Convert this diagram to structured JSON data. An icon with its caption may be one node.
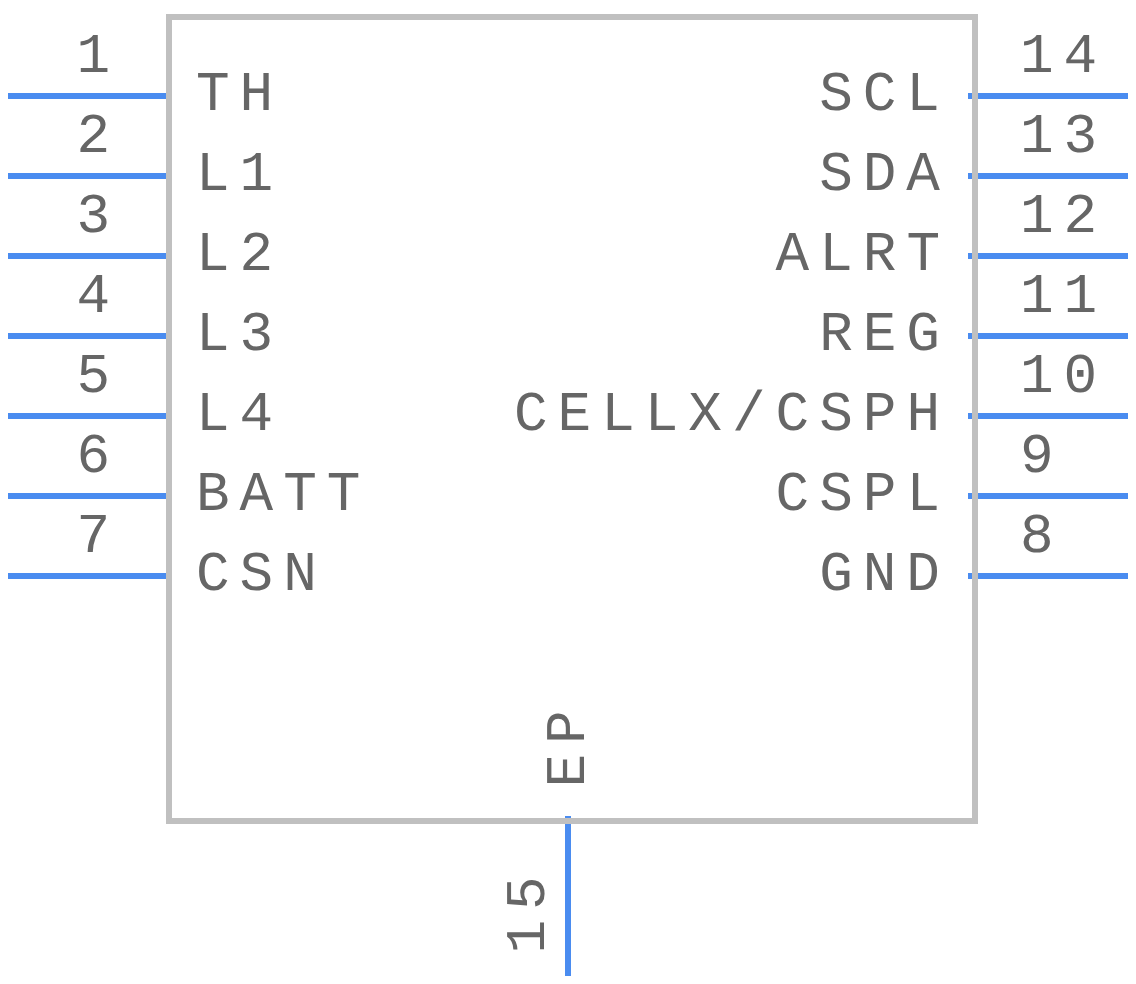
{
  "diagram": {
    "nodes": [
      {
        "text": [],
        "shape": "box"
      }
    ],
    "labels": [
      "1",
      "TH",
      "2",
      "L1",
      "3",
      "L2",
      "4",
      "L3",
      "5",
      "L4",
      "6",
      "BATT",
      "7",
      "CSN",
      "14",
      "SCL",
      "13",
      "SDA",
      "12",
      "ALRT",
      "11",
      "REG",
      "10",
      "CELLX/CSPH",
      "9",
      "CSPL",
      "8",
      "GND",
      "EP",
      "15"
    ]
  }
}
